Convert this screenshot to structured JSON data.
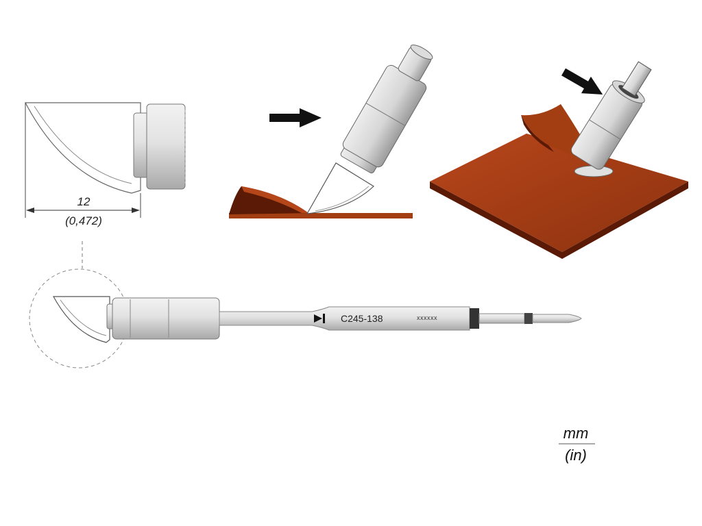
{
  "dimension": {
    "value_mm": "12",
    "value_in": "(0,472)"
  },
  "tip": {
    "model": "C245-138",
    "serial": "xxxxxx"
  },
  "units": {
    "primary": "mm",
    "secondary": "(in)"
  },
  "colors": {
    "copper": "#a33d12",
    "copper_dark": "#5a1a06",
    "metal_light": "#e6e6e6",
    "metal_mid": "#c6c6c6",
    "metal_dark": "#8a8a8a",
    "outline": "#555555",
    "arrow": "#111111"
  },
  "icons": {
    "direction": "arrow-icon",
    "polarity": "diode-icon"
  }
}
